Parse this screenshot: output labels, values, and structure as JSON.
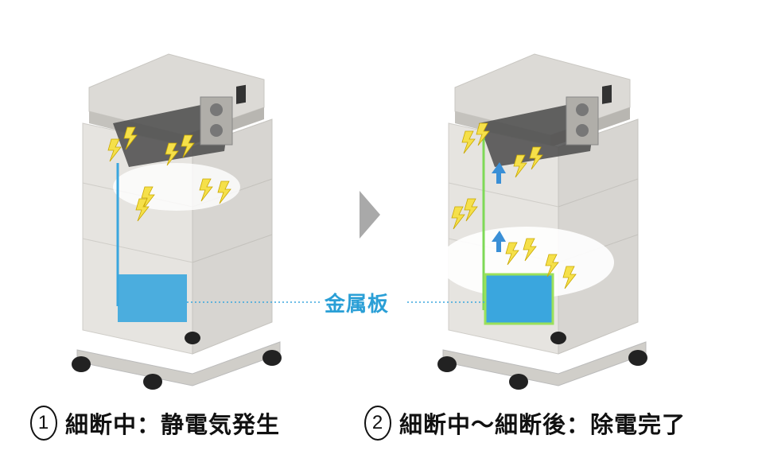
{
  "plate_label": "金属板",
  "captions": [
    {
      "number": "1",
      "text": "細断中：静電気発生"
    },
    {
      "number": "2",
      "text": "細断中～細断後：除電完了"
    }
  ],
  "colors": {
    "plate": "#3aa6de",
    "ground_line_left": "#3aa6de",
    "ground_line_right": "#7ed957",
    "bolt": "#f5e04a",
    "label": "#2a9fd6",
    "arrow": "#3a8fd6"
  }
}
